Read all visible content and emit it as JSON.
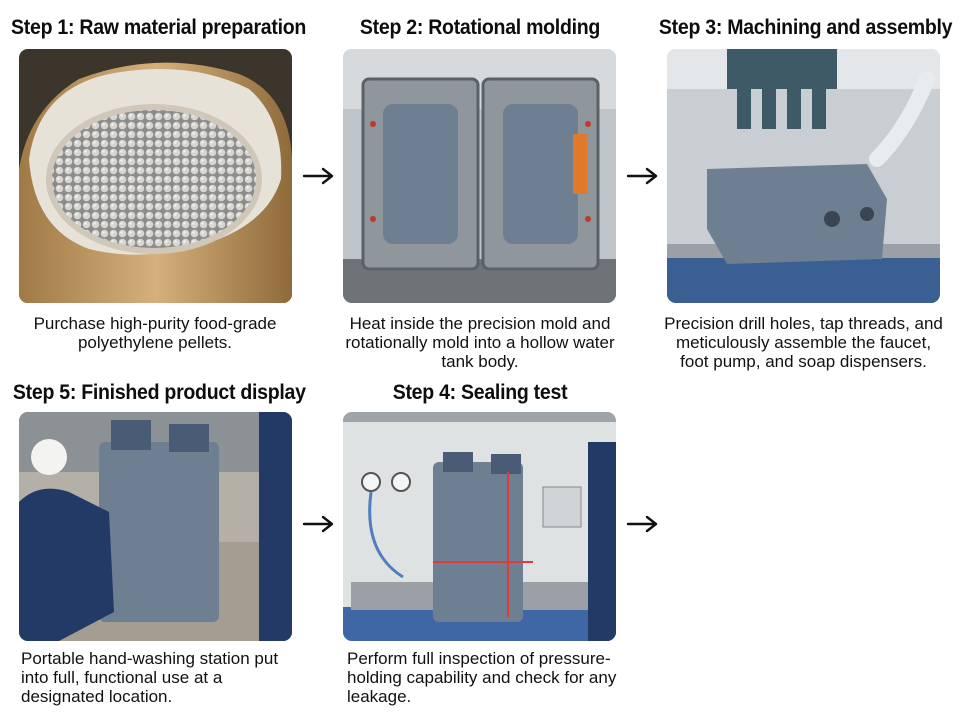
{
  "steps": [
    {
      "id": "step1",
      "title": "Step 1: Raw material preparation",
      "caption": "Purchase high-purity food-grade polyethylene pellets.",
      "image": "polyethylene-pellets-bag-photo"
    },
    {
      "id": "step2",
      "title": "Step 2: Rotational molding",
      "caption": "Heat inside the precision mold and rotationally mold into a hollow water tank body.",
      "image": "open-rotational-mold-photo"
    },
    {
      "id": "step3",
      "title": "Step 3: Machining and assembly",
      "caption": "Precision drill holes, tap threads, and meticulously assemble the faucet, foot pump, and soap dispensers.",
      "image": "drilling-machine-and-robot-arm-photo"
    },
    {
      "id": "step4",
      "title": "Step 4: Sealing test",
      "caption": "Perform full inspection of pressure-holding capability and check for any leakage.",
      "image": "sealing-test-chamber-photo"
    },
    {
      "id": "step5",
      "title": "Step 5: Finished product display",
      "caption": "Portable hand-washing station put into full, functional use at a designated location.",
      "image": "worker-using-hand-washing-station-photo"
    }
  ],
  "arrows": [
    "arrow-right-icon",
    "arrow-right-icon",
    "arrow-right-icon",
    "arrow-right-icon"
  ],
  "colors": {
    "tank_gray": "#6f7f92",
    "mold_gray": "#8f969c",
    "worker_blue": "#233a66",
    "laser_red": "#e23a3a",
    "bag_kraft": "#c9a673"
  }
}
